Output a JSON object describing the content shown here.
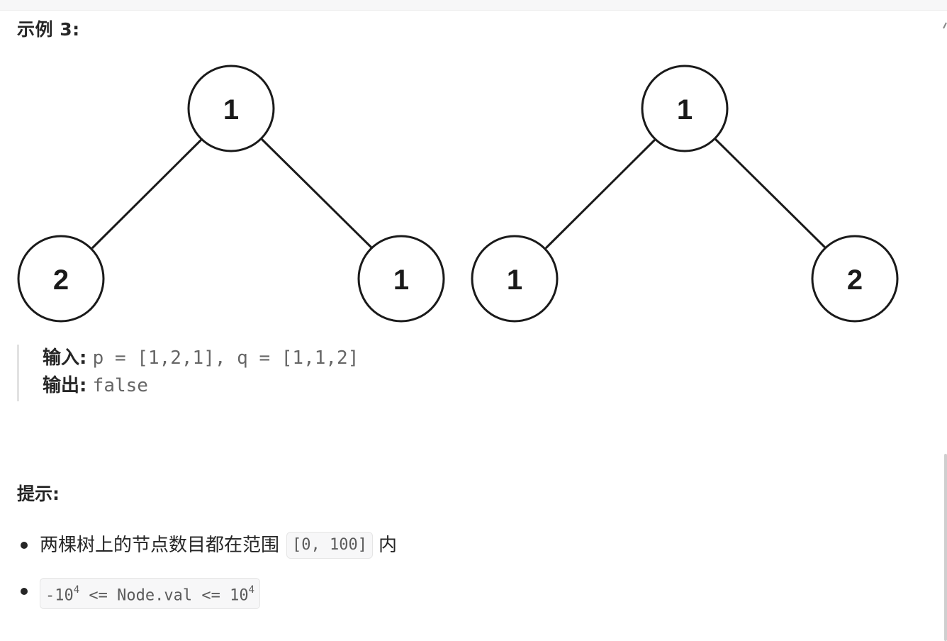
{
  "example": {
    "title": "示例 3:"
  },
  "trees": [
    {
      "root": "1",
      "left": "2",
      "right": "1"
    },
    {
      "root": "1",
      "left": "1",
      "right": "2"
    }
  ],
  "io": {
    "input_label": "输入:",
    "input_value": "p = [1,2,1], q = [1,1,2]",
    "output_label": "输出:",
    "output_value": "false"
  },
  "hints": {
    "title": "提示:",
    "item1_text_before": "两棵树上的节点数目都在范围",
    "item1_code": "[0, 100]",
    "item1_text_after": "内",
    "item2_code_prefix": "-10",
    "item2_code_sup1": "4",
    "item2_code_middle": " <= Node.val <= 10",
    "item2_code_sup2": "4"
  }
}
